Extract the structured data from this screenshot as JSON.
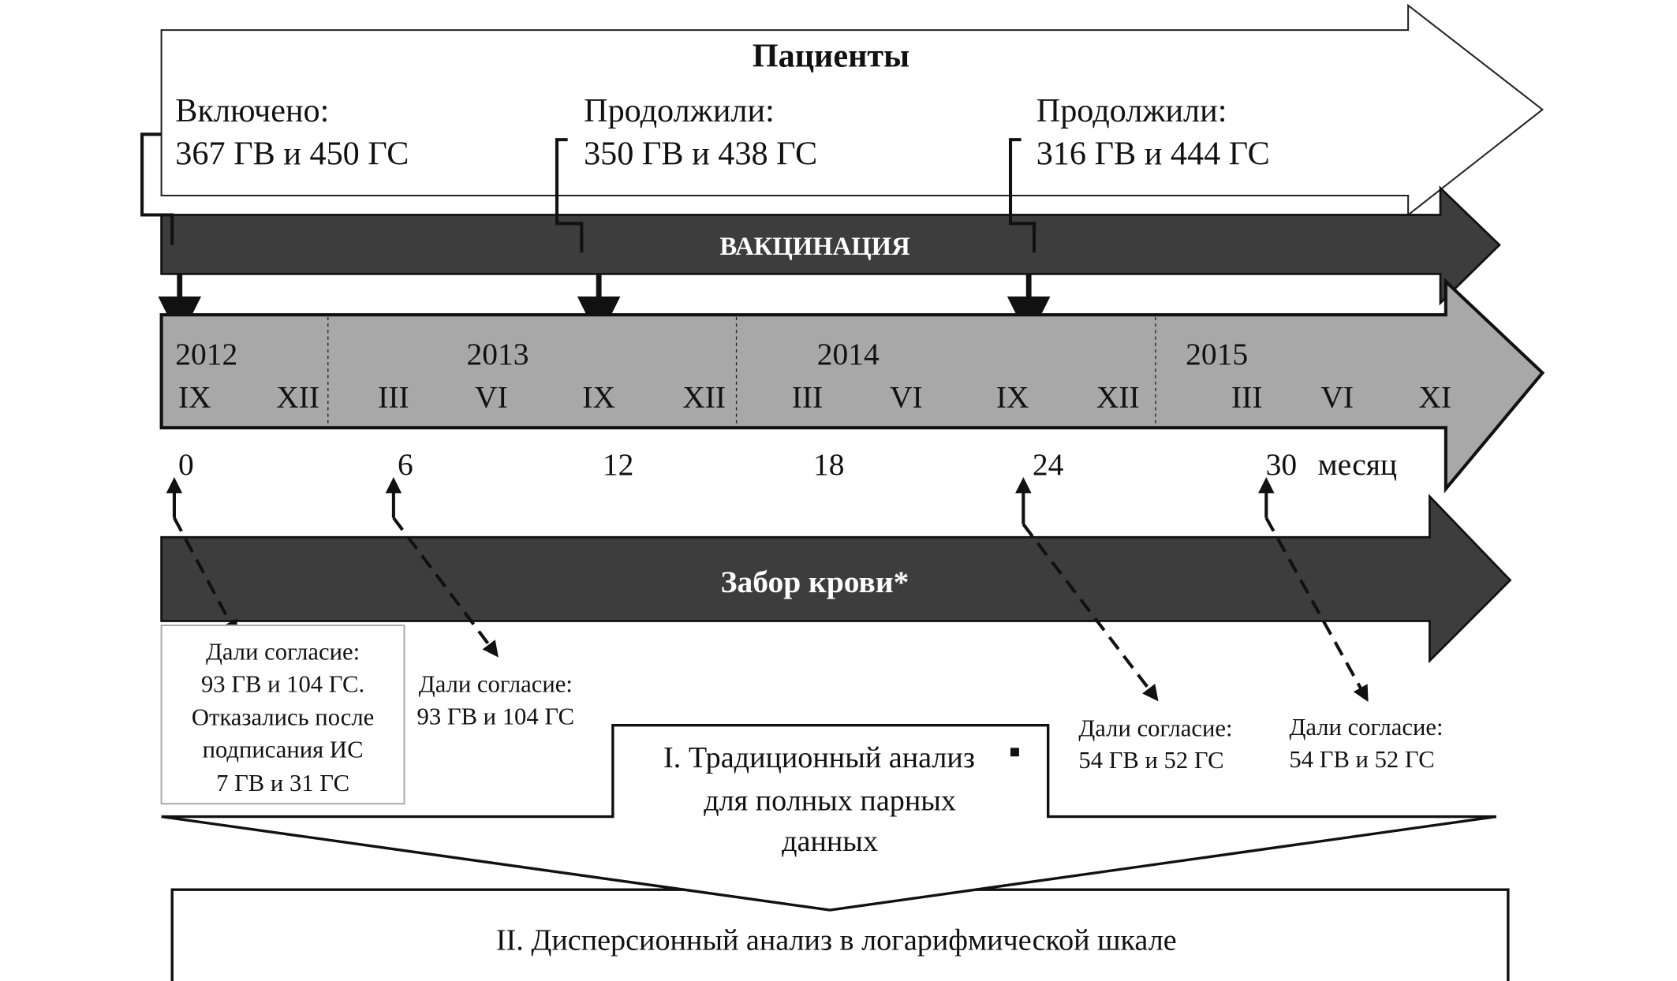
{
  "patients": {
    "title": "Пациенты",
    "groups": [
      {
        "label": "Включено:",
        "counts": "367 ГВ и 450 ГС"
      },
      {
        "label": "Продолжили:",
        "counts": "350 ГВ и 438 ГС"
      },
      {
        "label": "Продолжили:",
        "counts": "316 ГВ и 444 ГС"
      }
    ]
  },
  "vaccination": {
    "label": "ВАКЦИНАЦИЯ"
  },
  "timeline": {
    "years": [
      "2012",
      "2013",
      "2014",
      "2015"
    ],
    "months": [
      "IX",
      "XII",
      "III",
      "VI",
      "IX",
      "XII",
      "III",
      "VI",
      "IX",
      "XII",
      "III",
      "VI",
      "XI"
    ],
    "month_marks": [
      "0",
      "6",
      "12",
      "18",
      "24",
      "30"
    ],
    "unit": "месяц"
  },
  "blood": {
    "label": "Забор крови*"
  },
  "consents": [
    {
      "lines": [
        "Дали согласие:",
        "93 ГВ и 104 ГС.",
        "Отказались после",
        "подписания ИС",
        "7 ГВ и 31 ГС"
      ]
    },
    {
      "lines": [
        "Дали согласие:",
        "93 ГВ и 104 ГС"
      ]
    },
    {
      "lines": [
        "Дали согласие:",
        "54 ГВ и 52 ГС"
      ]
    },
    {
      "lines": [
        "Дали согласие:",
        "54 ГВ и 52 ГС"
      ]
    }
  ],
  "analysis": {
    "first": [
      "I. Традиционный анализ",
      "для полных парных",
      "данных"
    ],
    "second": "II. Дисперсионный анализ  в логарифмической шкале"
  },
  "colors": {
    "dark_arrow": "#3d3d3d",
    "timeline_arrow": "#a8a8a8"
  }
}
